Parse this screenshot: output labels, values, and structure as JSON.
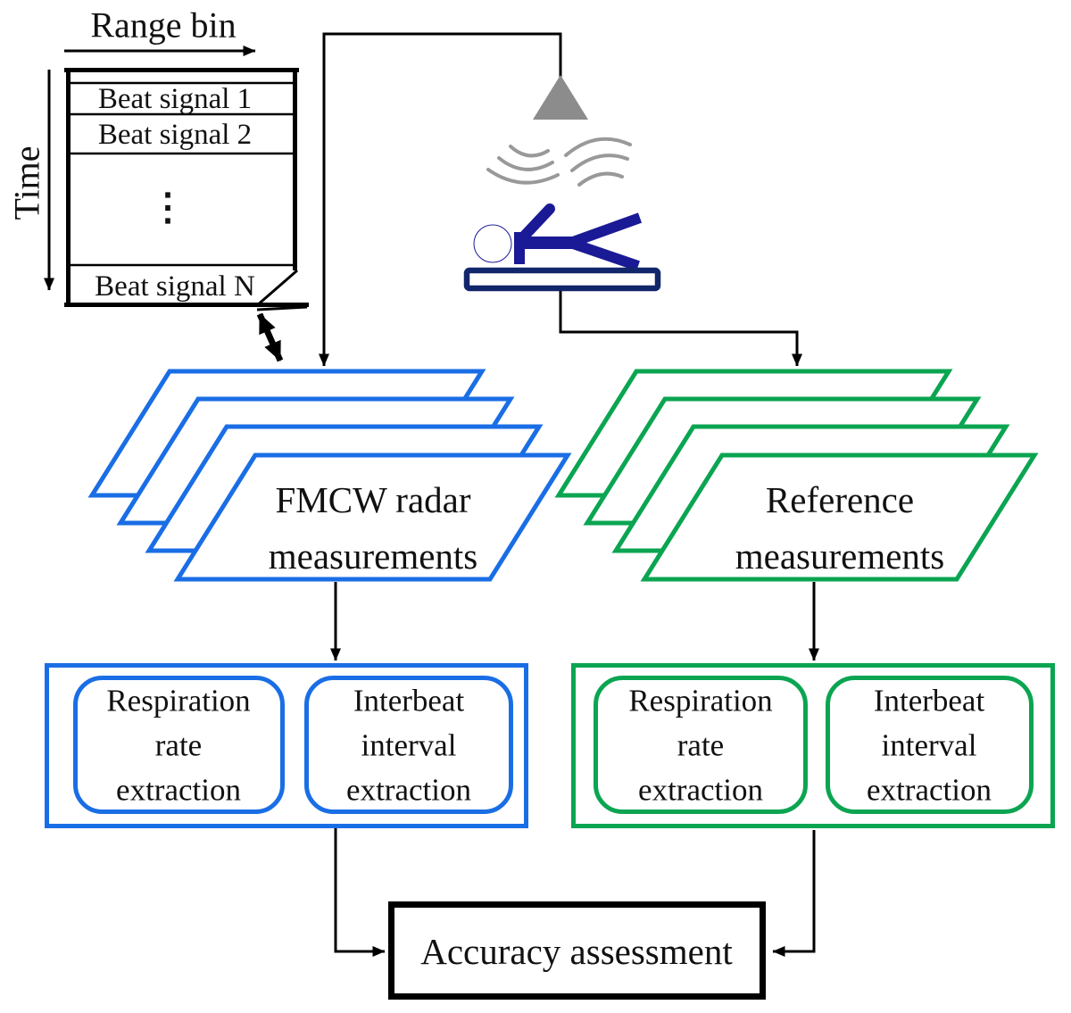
{
  "figure": {
    "matrix": {
      "col_axis_label": "Range bin",
      "row_axis_label": "Time",
      "rows": [
        "Beat signal 1",
        "Beat signal 2",
        "⋮",
        "Beat signal N"
      ]
    },
    "stacks": {
      "radar": {
        "line1": "FMCW radar",
        "line2": "measurements"
      },
      "reference": {
        "line1": "Reference",
        "line2": "measurements"
      }
    },
    "processing": {
      "respiration": {
        "line1": "Respiration",
        "line2": "rate",
        "line3": "extraction"
      },
      "interbeat": {
        "line1": "Interbeat",
        "line2": "interval",
        "line3": "extraction"
      }
    },
    "accuracy_label": "Accuracy assessment",
    "colors": {
      "radar_blue": "#1A6EE5",
      "reference_green": "#0BA552",
      "person_navy": "#1A1A96",
      "bed_navy": "#12266B",
      "antenna_gray": "#8C8C8C",
      "wave_gray": "#999999",
      "line_black": "#000000"
    }
  }
}
